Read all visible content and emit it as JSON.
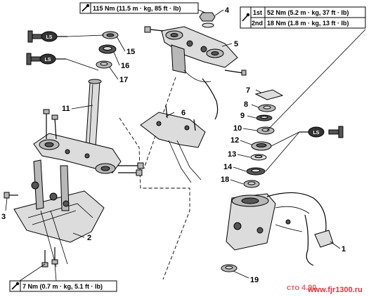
{
  "torque_specs": {
    "top_nut": "115 Nm (11.5 m · kg, 85 ft · lb)",
    "bottom_bolt": "7 Nm (0.7 m · kg, 5.1 ft · lb)",
    "ring_nut": [
      {
        "step": "1st",
        "value": "52 Nm (5.2 m · kg, 37 ft · lb)"
      },
      {
        "step": "2nd",
        "value": "18 Nm (1.8 m · kg, 13 ft · lb)"
      }
    ]
  },
  "callouts": [
    "1",
    "2",
    "3",
    "4",
    "5",
    "6",
    "7",
    "8",
    "9",
    "10",
    "11",
    "12",
    "13",
    "14",
    "15",
    "16",
    "17",
    "18",
    "19"
  ],
  "lubricant_label": "LS",
  "figure_code": "сто 4.90",
  "watermark": "www.fjr1300.ru",
  "colors": {
    "watermark": "#e0333a",
    "figure_code": "#e0333a"
  }
}
